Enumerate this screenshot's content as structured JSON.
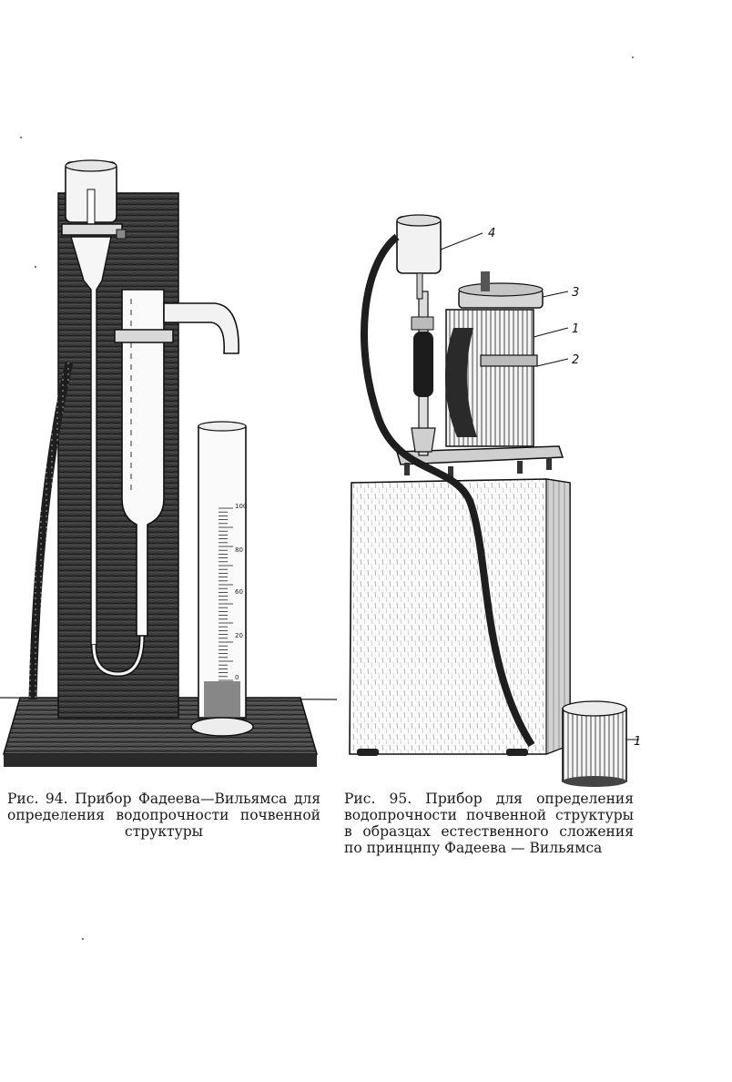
{
  "figure94": {
    "caption_num": "Рис. 94.",
    "caption_text": "Прибор Фадеева—Вильямса для определения водопрочности почвенной структуры",
    "cylinder_scale": [
      "100",
      "80",
      "60",
      "20",
      "0"
    ]
  },
  "figure95": {
    "caption_num": "Рис. 95.",
    "caption_text": "Прибор для определения водопрочности почвенной структуры в образцах естественного сложения по принцнпу Фадеева — Вильямса",
    "labels": [
      "4",
      "3",
      "1",
      "2",
      "1"
    ]
  },
  "colors": {
    "ink": "#1a1a1a",
    "paper": "#ffffff",
    "wood": "#3a3a3a"
  }
}
